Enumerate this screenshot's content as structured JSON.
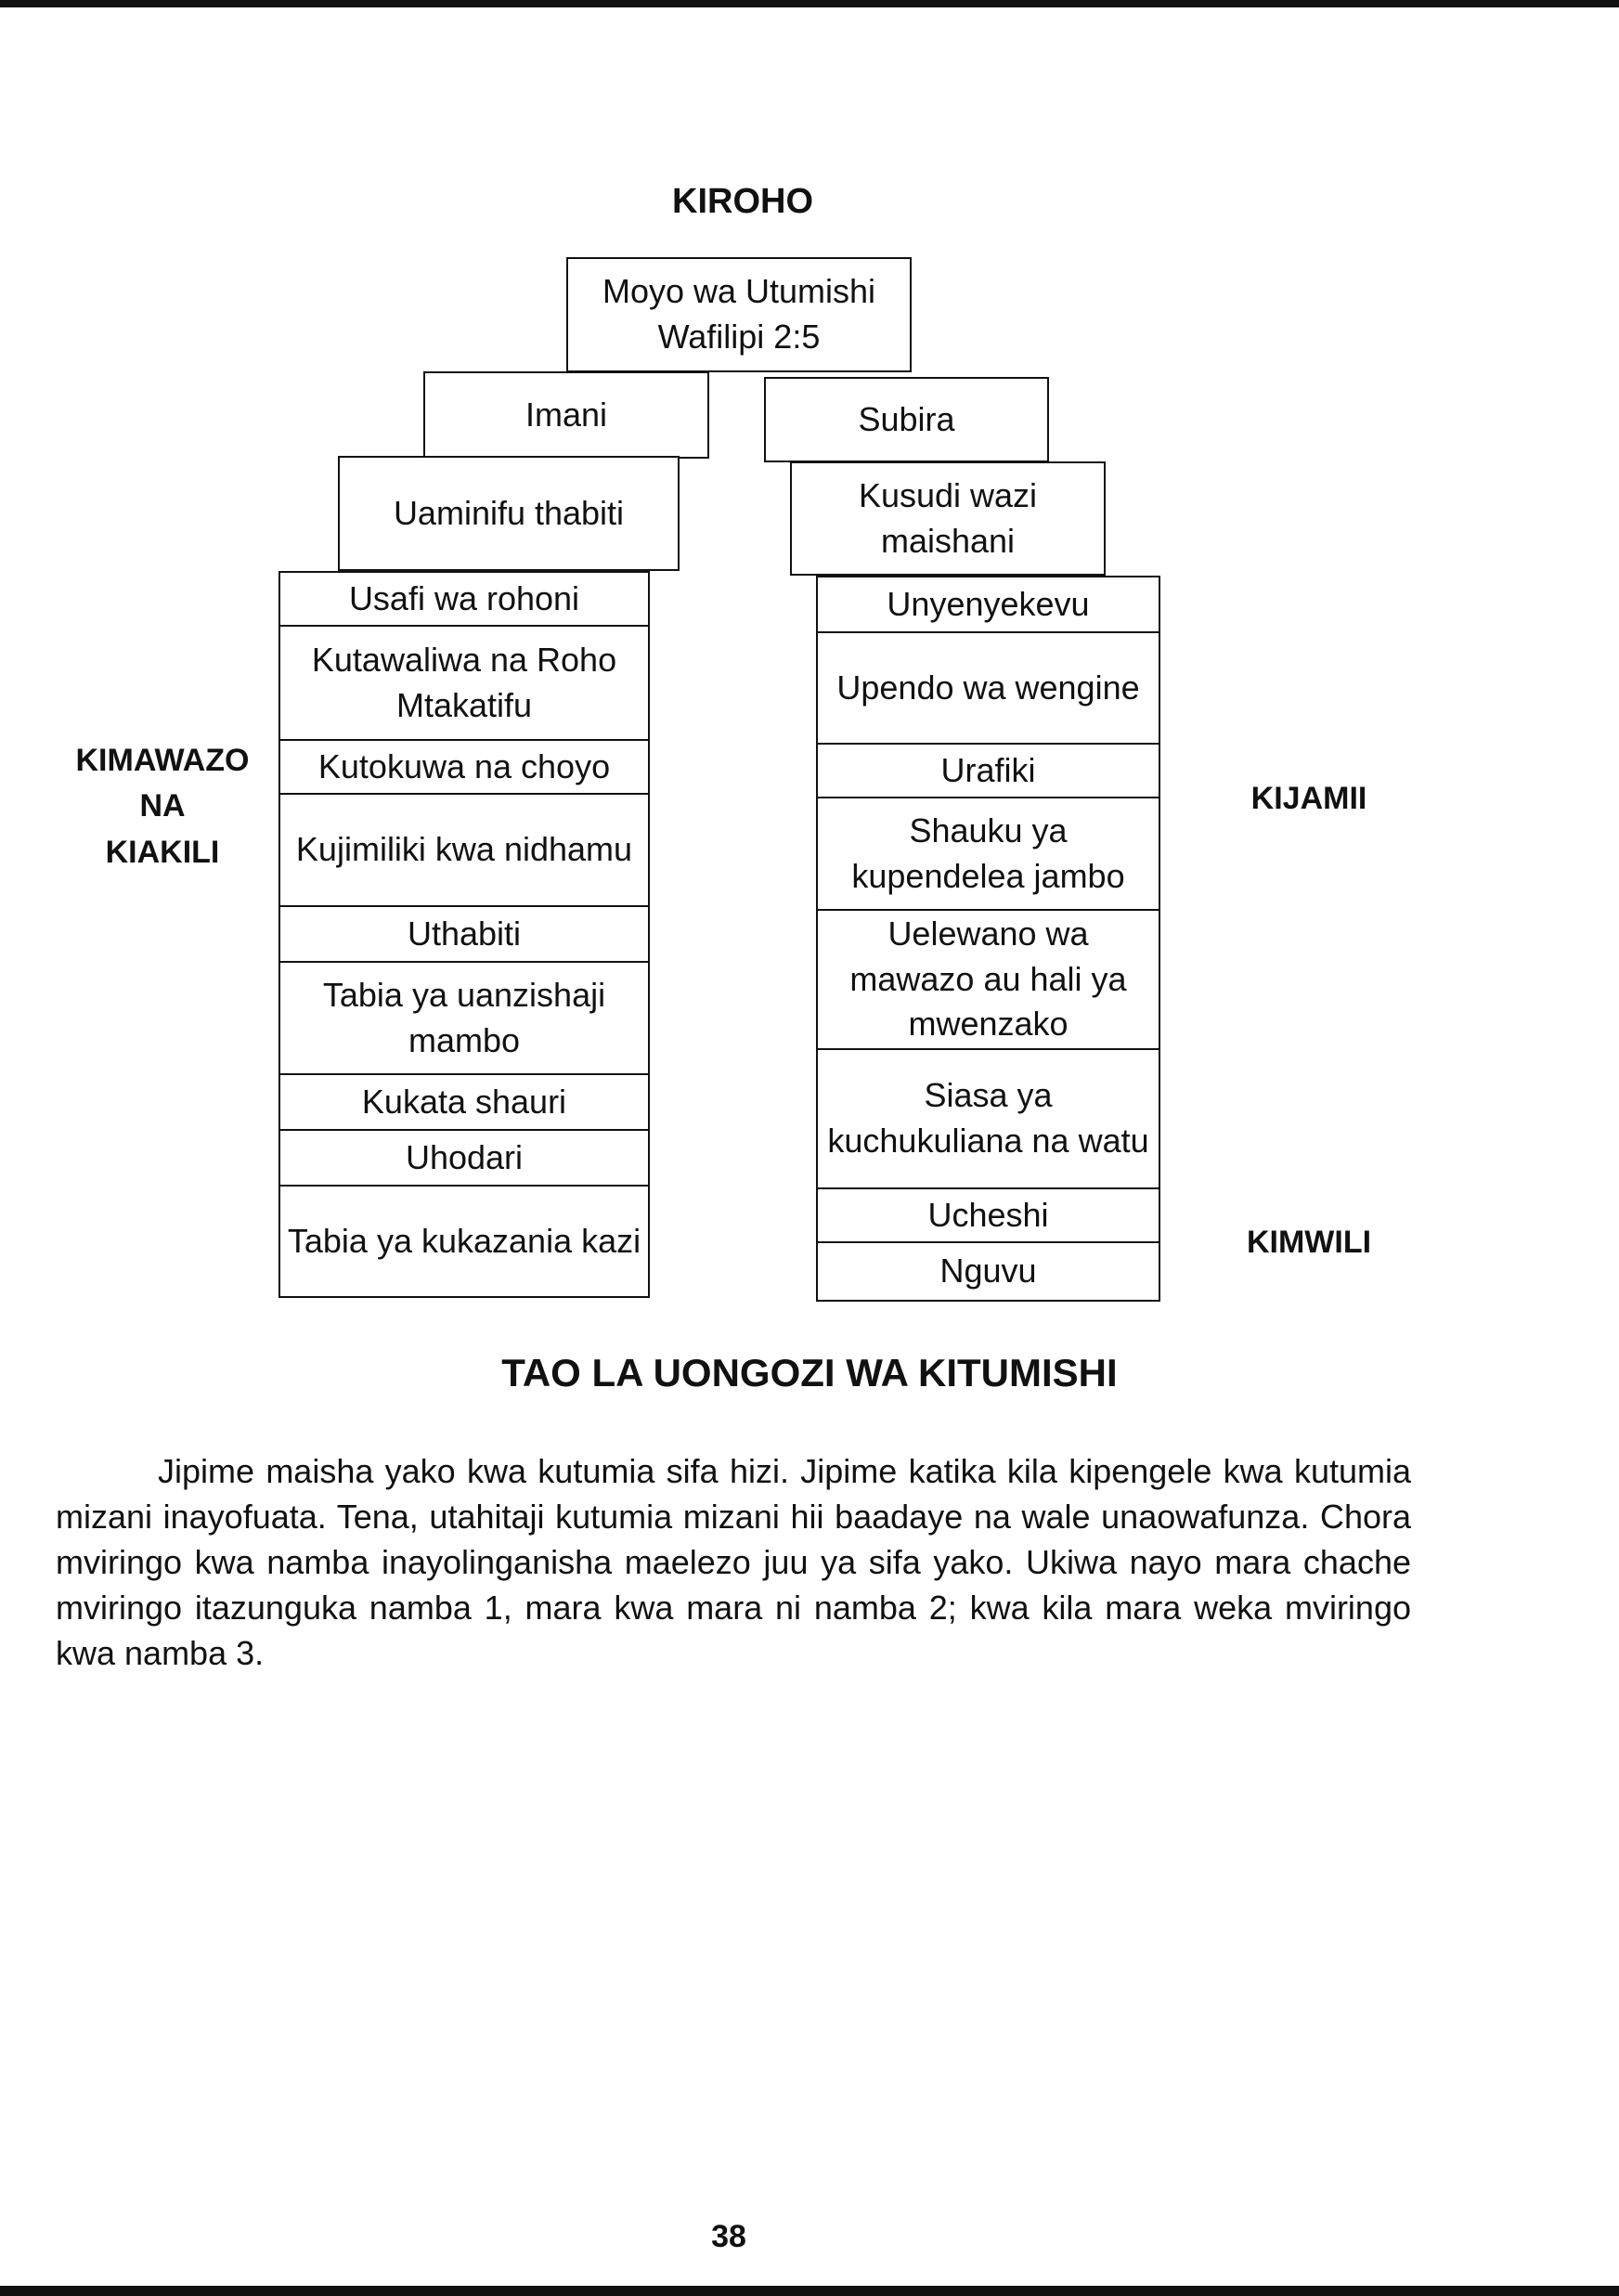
{
  "diagram": {
    "top_label": "KIROHO",
    "apex": {
      "line1": "Moyo wa Utumishi",
      "line2": "Wafilipi 2:5"
    },
    "left_tier2": "Imani",
    "right_tier2": "Subira",
    "left_tier3": "Uaminifu thabiti",
    "right_tier3": "Kusudi wazi maishani",
    "left_column": [
      "Usafi wa rohoni",
      "Kutawaliwa na Roho Mtakatifu",
      "Kutokuwa na choyo",
      "Kujimiliki kwa nidhamu",
      "Uthabiti",
      "Tabia ya uanzishaji mambo",
      "Kukata shauri",
      "Uhodari",
      "Tabia ya kukazania kazi"
    ],
    "right_column": [
      "Unyenyekevu",
      "Upendo wa wengine",
      "Urafiki",
      "Shauku ya kupendelea jambo",
      "Uelewano wa mawazo au hali ya mwenzako",
      "Siasa ya kuchukuliana na watu",
      "Ucheshi",
      "Nguvu"
    ],
    "left_side_label": [
      "KIMAWAZO",
      "NA",
      "KIAKILI"
    ],
    "right_side_label_top": "KIJAMII",
    "right_side_label_bottom": "KIMWILI"
  },
  "title": "TAO LA UONGOZI WA KITUMISHI",
  "paragraph": "Jipime maisha yako kwa kutumia sifa hizi. Jipime katika kila kipengele kwa kutumia mizani inayofuata. Tena, utahitaji kutumia mizani hii baadaye na wale unaowafunza. Chora mviringo kwa namba inayolinganisha maelezo juu ya sifa yako. Ukiwa nayo mara chache mviringo itazunguka namba 1, mara kwa mara ni namba 2; kwa kila mara weka mviringo kwa namba 3.",
  "page_number": "38"
}
